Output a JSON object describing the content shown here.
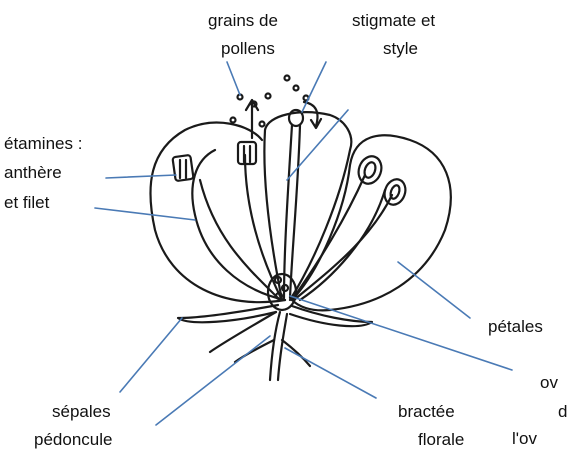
{
  "labels": {
    "pollen_1": "grains de",
    "pollen_2": "pollens",
    "stigma_1": "stigmate et",
    "stigma_2": "style",
    "stamens_1": "étamines :",
    "stamens_2": "anthère",
    "stamens_3": "et filet",
    "petals": "pétales",
    "ovule_1": "ov",
    "ovule_2": "d",
    "ovule_3": "l'ov",
    "sepals": "sépales",
    "peduncle": "pédoncule",
    "bract_1": "bractée",
    "bract_2": "florale"
  },
  "colors": {
    "leader_line": "#4a7ab5",
    "drawing": "#1a1a1a",
    "text": "#111111"
  }
}
